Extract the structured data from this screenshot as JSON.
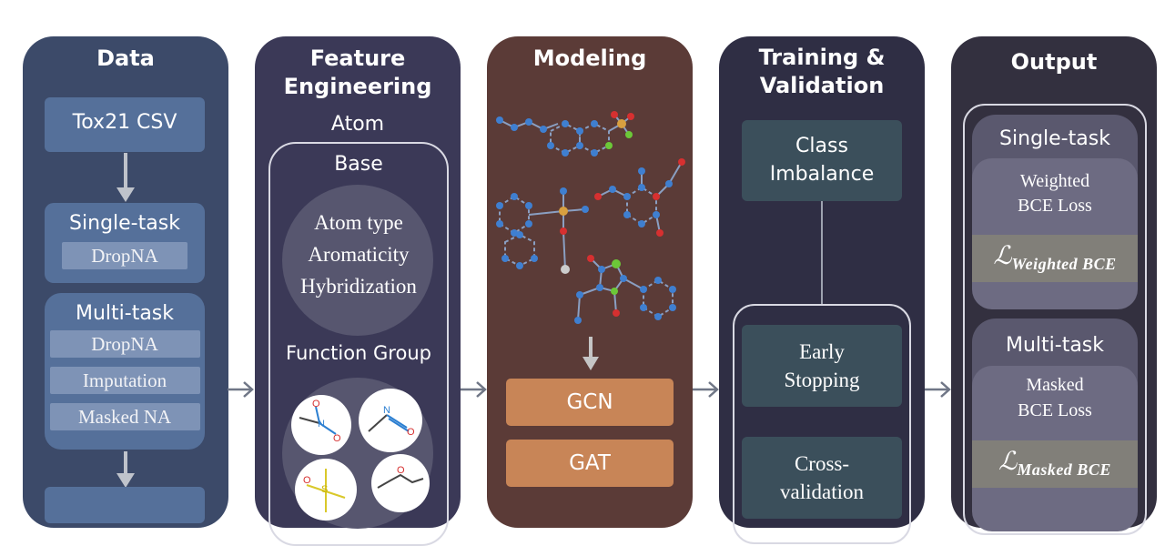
{
  "columns": {
    "data": {
      "title": "Data",
      "csv": "Tox21 CSV",
      "single_task": {
        "title": "Single-task",
        "items": [
          "DropNA"
        ]
      },
      "multi_task": {
        "title": "Multi-task",
        "items": [
          "DropNA",
          "Imputation",
          "Masked NA"
        ]
      }
    },
    "feature": {
      "title_line1": "Feature",
      "title_line2": "Engineering",
      "atom_label": "Atom",
      "base_label": "Base",
      "base_items": [
        "Atom type",
        "Aromaticity",
        "Hybridization"
      ],
      "function_group_label": "Function Group"
    },
    "modeling": {
      "title": "Modeling",
      "models": [
        "GCN",
        "GAT"
      ]
    },
    "training": {
      "title_line1": "Training &",
      "title_line2": "Validation",
      "class_imbalance": [
        "Class",
        "Imbalance"
      ],
      "early_stopping": [
        "Early",
        "Stopping"
      ],
      "cross_validation": [
        "Cross-",
        "validation"
      ]
    },
    "output": {
      "title": "Output",
      "single_task": {
        "title": "Single-task",
        "loss_line1": "Weighted",
        "loss_line2": "BCE Loss",
        "formula_symbol": "ℒ",
        "formula_sub": "Weighted BCE"
      },
      "multi_task": {
        "title": "Multi-task",
        "loss_line1": "Masked",
        "loss_line2": "BCE Loss",
        "formula_symbol": "ℒ",
        "formula_sub": "Masked BCE"
      }
    }
  },
  "colors": {
    "data_col": "#3c4a69",
    "feature_col": "#3b3957",
    "modeling_col": "#5b3b37",
    "training_col": "#2f2e44",
    "output_col": "#33303f",
    "gcn_box": "#c88557",
    "arrow": "#6f7686"
  }
}
